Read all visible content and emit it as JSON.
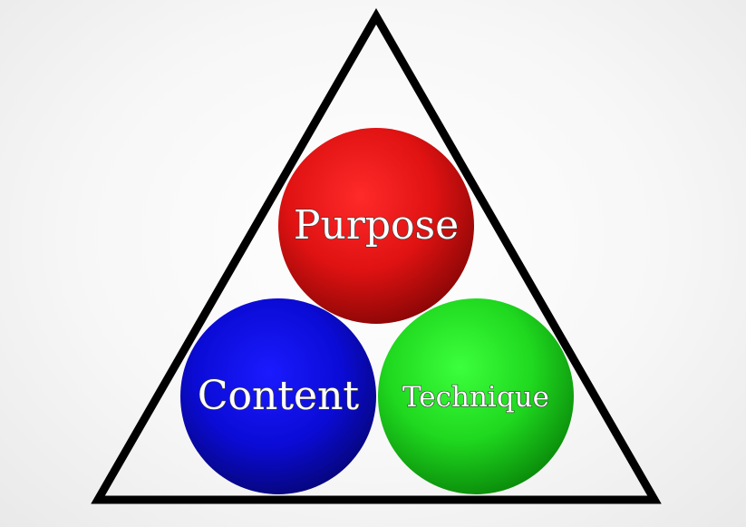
{
  "diagram": {
    "spheres": [
      {
        "id": "purpose",
        "label": "Purpose",
        "color": "#e81416"
      },
      {
        "id": "content",
        "label": "Content",
        "color": "#1010d8"
      },
      {
        "id": "technique",
        "label": "Technique",
        "color": "#22dd22"
      }
    ],
    "frame": {
      "shape": "triangle",
      "stroke_color": "#000000"
    }
  }
}
